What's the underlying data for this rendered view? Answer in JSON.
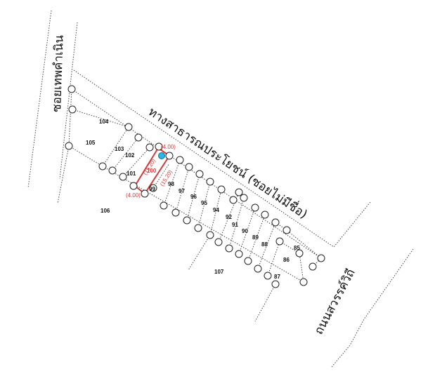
{
  "map": {
    "roads": {
      "left_road": "ซอยเทพคำเนิน",
      "public_way": "ทางสาธารณประโยชน์ (ซอยไม่มีชื่อ)",
      "main_road": "ถนนสวรรค์วิถี"
    },
    "selected_parcel": {
      "number": "100",
      "dim_a": "(15.20)",
      "dim_b": "(15.20)",
      "dim_c": "(4.00)",
      "dim_d": "(4.00)",
      "marker_color": "#29b6e8",
      "outline_color": "#d23b3b"
    },
    "parcels": [
      "104",
      "105",
      "103",
      "102",
      "101",
      "106",
      "99",
      "98",
      "97",
      "96",
      "95",
      "94",
      "92",
      "91",
      "90",
      "89",
      "88",
      "85",
      "86",
      "107",
      "87"
    ]
  }
}
